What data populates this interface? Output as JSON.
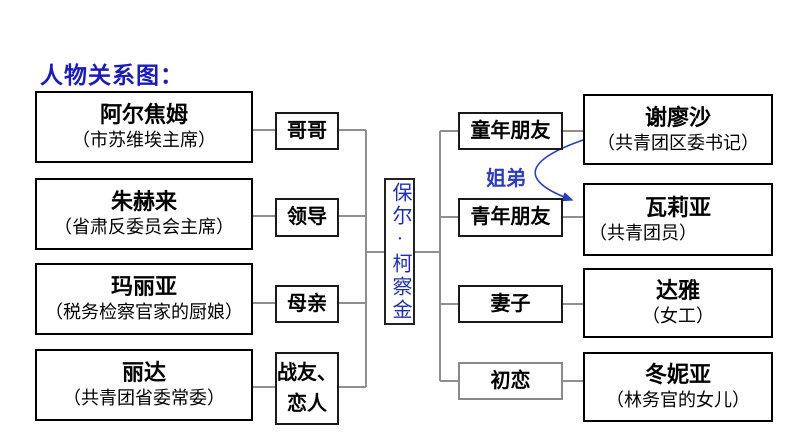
{
  "title": "人物关系图：",
  "center": {
    "name": "保尔·柯察金"
  },
  "left": [
    {
      "name": "阿尔焦姆",
      "desc": "（市苏维埃主席）",
      "relation": "哥哥"
    },
    {
      "name": "朱赫来",
      "desc": "（省肃反委员会主席）",
      "relation": "领导"
    },
    {
      "name": "玛丽亚",
      "desc": "（税务检察官家的厨娘）",
      "relation": "母亲"
    },
    {
      "name": "丽达",
      "desc": "（共青团省委常委）",
      "relation": "战友、\n恋人"
    }
  ],
  "right": [
    {
      "relation": "童年朋友",
      "name": "谢廖沙",
      "desc": "（共青团区委书记）"
    },
    {
      "relation": "青年朋友",
      "name": "瓦莉亚",
      "desc": "（共青团员）"
    },
    {
      "relation": "妻子",
      "name": "达雅",
      "desc": "（女工）"
    },
    {
      "relation": "初恋",
      "name": "冬妮亚",
      "desc": "（林务官的女儿）"
    }
  ],
  "annotation": {
    "label": "姐弟"
  },
  "colors": {
    "title_blue": "#1b1bb8",
    "center_text_blue": "#1f2fae",
    "annotation_blue": "#2b3cc0",
    "connector_gray": "#8f8f8f",
    "box_border_black": "#000000",
    "first_love_box_gray": "#8a8a8a"
  }
}
